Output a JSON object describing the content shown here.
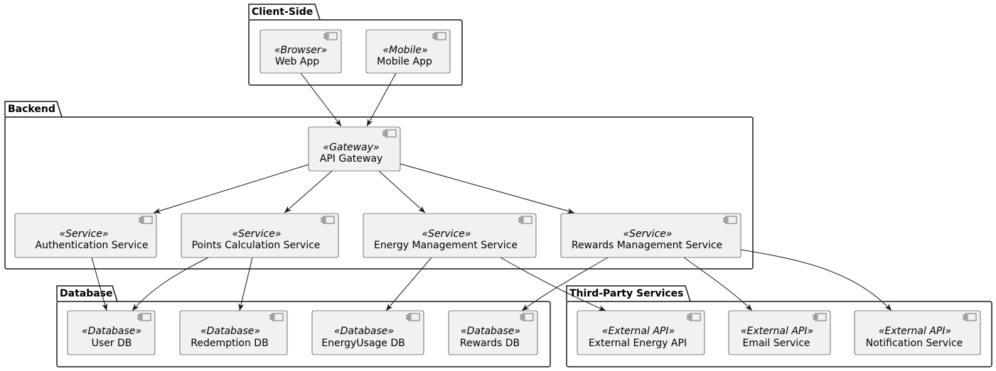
{
  "packages": {
    "client": {
      "title": "Client-Side"
    },
    "backend": {
      "title": "Backend"
    },
    "database": {
      "title": "Database"
    },
    "thirdparty": {
      "title": "Third-Party Services"
    }
  },
  "components": {
    "web_app": {
      "stereotype": "«Browser»",
      "label": "Web App"
    },
    "mobile_app": {
      "stereotype": "«Mobile»",
      "label": "Mobile App"
    },
    "api_gateway": {
      "stereotype": "«Gateway»",
      "label": "API Gateway"
    },
    "auth_service": {
      "stereotype": "«Service»",
      "label": "Authentication Service"
    },
    "points_service": {
      "stereotype": "«Service»",
      "label": "Points Calculation Service"
    },
    "energy_service": {
      "stereotype": "«Service»",
      "label": "Energy Management Service"
    },
    "rewards_service": {
      "stereotype": "«Service»",
      "label": "Rewards Management Service"
    },
    "user_db": {
      "stereotype": "«Database»",
      "label": "User DB"
    },
    "redemption_db": {
      "stereotype": "«Database»",
      "label": "Redemption DB"
    },
    "energyusage_db": {
      "stereotype": "«Database»",
      "label": "EnergyUsage DB"
    },
    "rewards_db": {
      "stereotype": "«Database»",
      "label": "Rewards DB"
    },
    "external_energy_api": {
      "stereotype": "«External API»",
      "label": "External Energy API"
    },
    "email_service": {
      "stereotype": "«External API»",
      "label": "Email Service"
    },
    "notification_service": {
      "stereotype": "«External API»",
      "label": "Notification Service"
    }
  },
  "connections": [
    {
      "from": "web_app",
      "to": "api_gateway"
    },
    {
      "from": "mobile_app",
      "to": "api_gateway"
    },
    {
      "from": "api_gateway",
      "to": "auth_service"
    },
    {
      "from": "api_gateway",
      "to": "points_service"
    },
    {
      "from": "api_gateway",
      "to": "energy_service"
    },
    {
      "from": "api_gateway",
      "to": "rewards_service"
    },
    {
      "from": "auth_service",
      "to": "user_db"
    },
    {
      "from": "points_service",
      "to": "user_db"
    },
    {
      "from": "points_service",
      "to": "redemption_db"
    },
    {
      "from": "energy_service",
      "to": "energyusage_db"
    },
    {
      "from": "energy_service",
      "to": "external_energy_api"
    },
    {
      "from": "rewards_service",
      "to": "rewards_db"
    },
    {
      "from": "rewards_service",
      "to": "email_service"
    },
    {
      "from": "rewards_service",
      "to": "notification_service"
    }
  ]
}
